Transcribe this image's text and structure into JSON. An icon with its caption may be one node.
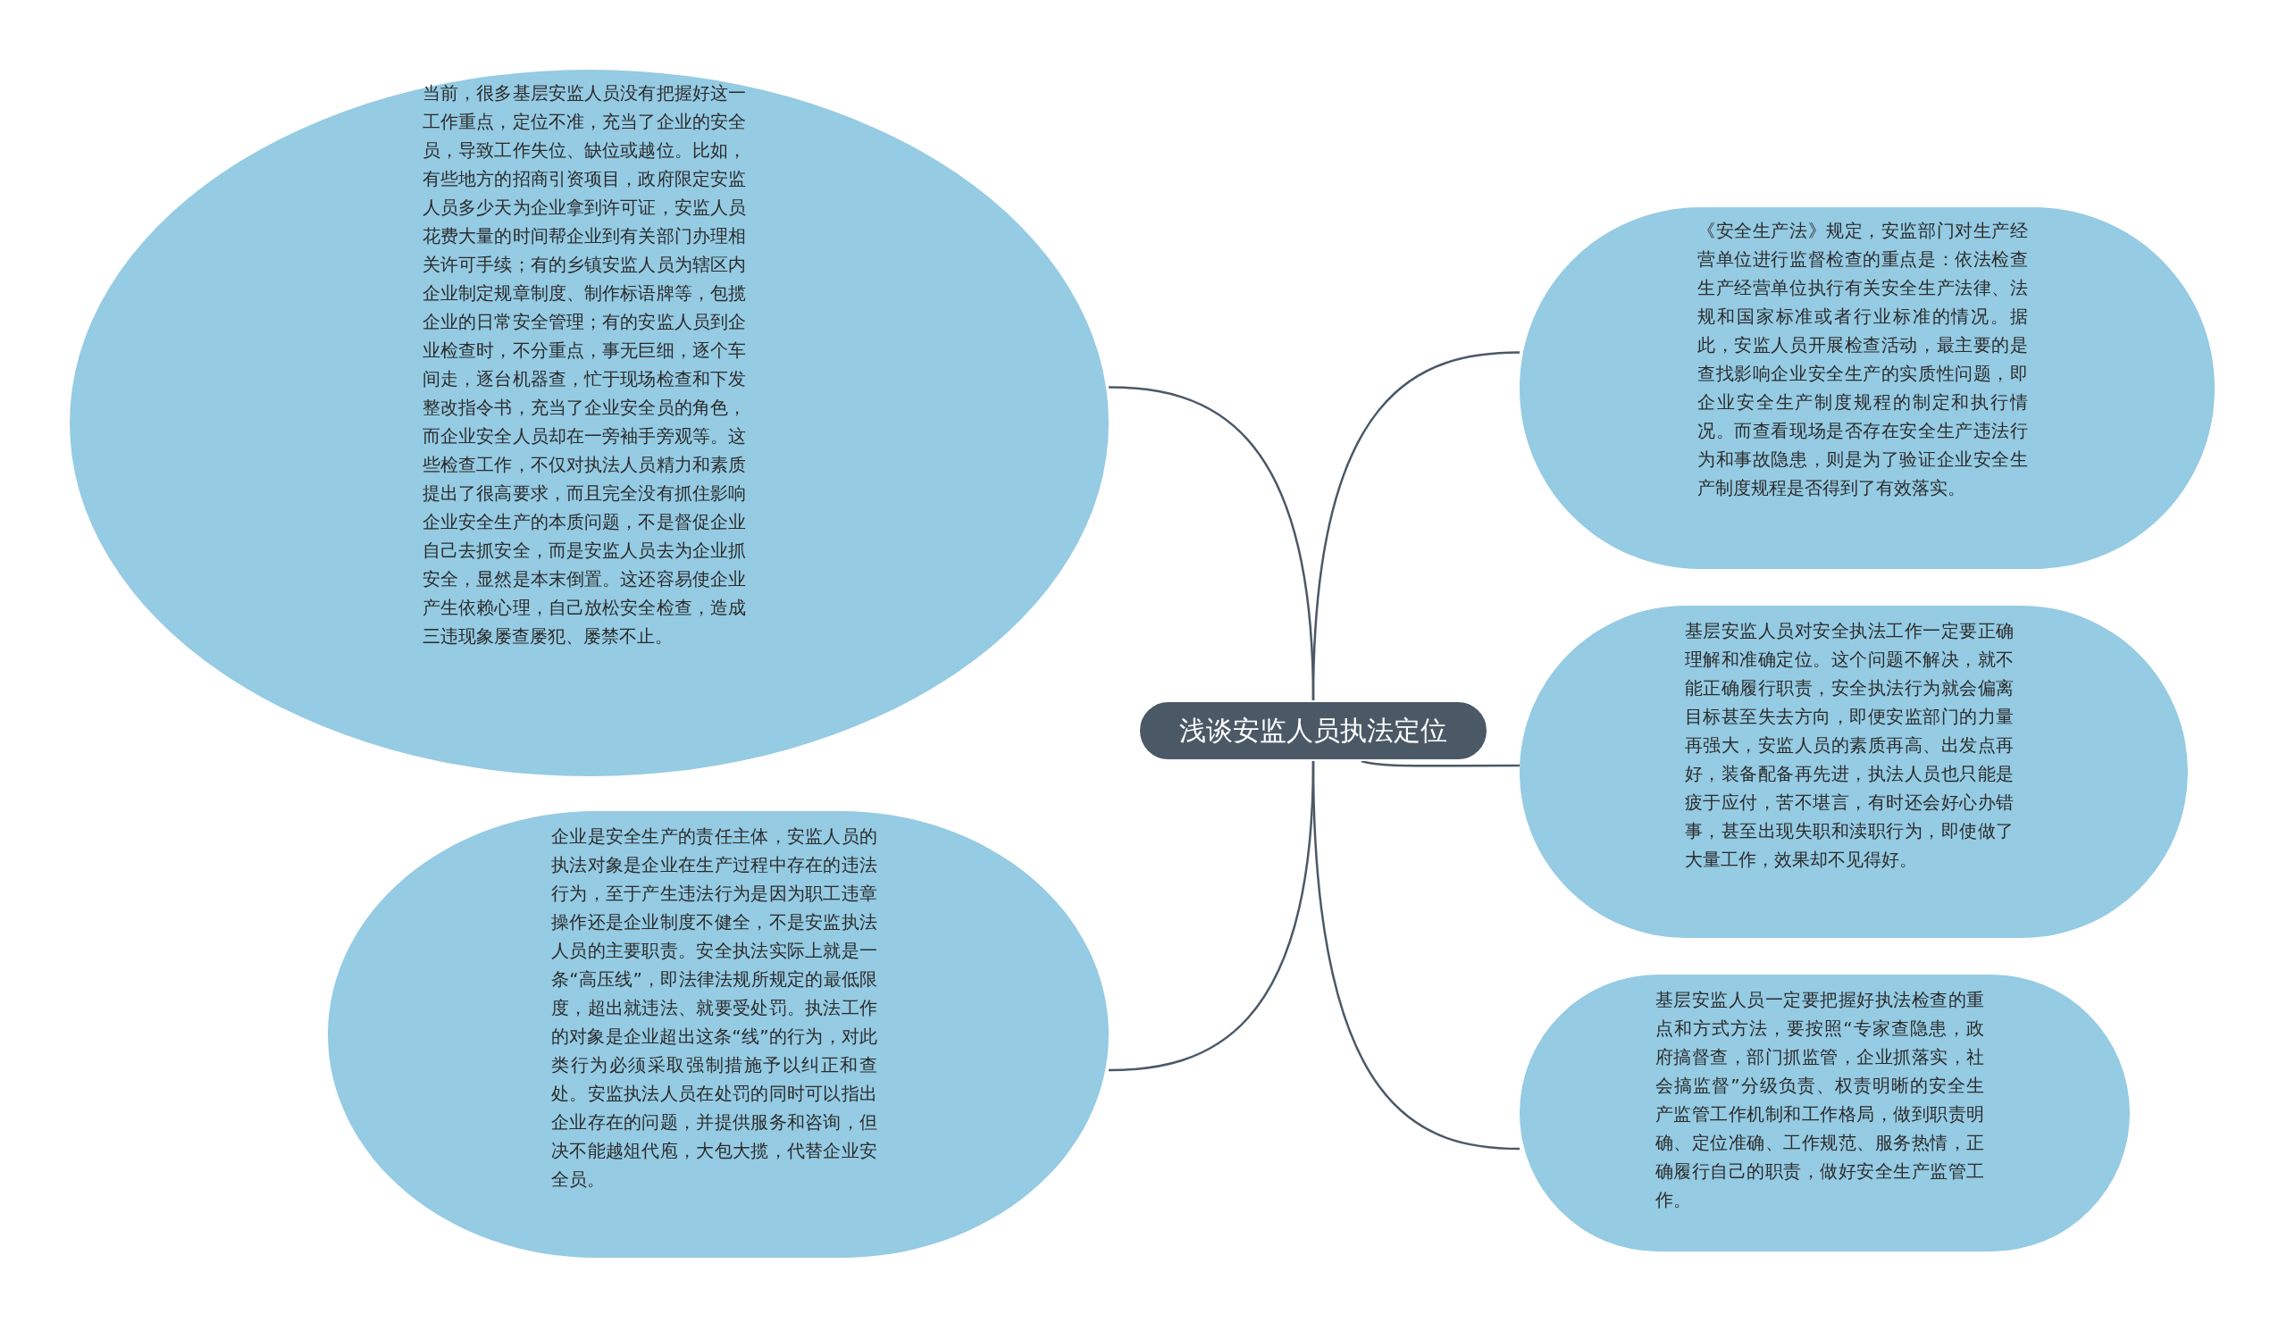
{
  "diagram": {
    "nodes": [
      {
        "text": [
          "浅谈安监人员执法定位"
        ]
      },
      {
        "text": [
          "当前，很多基层安监人员没有把握好这一工作重点，定位不准，充当了企业的安全员，导致工作失位、缺位或越位。比如，有些地方的招商引资项目，政府限定安监人员多少天为企业拿到许可证，安监人员花费大量的时间帮企业到有关部门办理相关许可手续；有的乡镇安监人员为辖区内企业制定规章制度、制作标语牌等，包揽企业的日常安全管理；有的安监人员到企业检查时，不分重点，事无巨细，逐个车间走，逐台机器查，忙于现场检查和下发整改指令书，充当了企业安全员的角色，而企业安全人员却在一旁袖手旁观等。这些检查工作，不仅对执法人员精力和素质提出了很高要求，而且完全没有抓住影响企业安全生产的本质问题，不是督促企业自己去抓安全，而是安监人员去为企业抓安全，显然是本末倒置。这还容易使企业产生依赖心理，自己放松安全检查，造成三违现象屡查屡犯、屡禁不止。"
        ]
      },
      {
        "text": [
          "企业是安全生产的责任主体，安监人员的执法对象是企业在生产过程中存在的违法行为，至于产生违法行为是因为职工违章操作还是企业制度不健全，不是安监执法人员的主要职责。安全执法实际上就是一条“高压线”，即法律法规所规定的最低限度，超出就违法、就要受处罚。执法工作的对象是企业超出这条“线”的行为，对此类行为必须采取强制措施予以纠正和查处。安监执法人员在处罚的同时可以指出企业存在的问题，并提供服务和咨询，但决不能越俎代庖，大包大揽，代替企业安全员。"
        ]
      },
      {
        "text": [
          "《安全生产法》规定，安监部门对生产经营单位进行监督检查的重点是：依法检查生产经营单位执行有关安全生产法律、法规和国家标准或者行业标准的情况。据此，安监人员开展检查活动，最主要的是查找影响企业安全生产的实质性问题，即企业安全生产制度规程的制定和执行情况。而查看现场是否存在安全生产违法行为和事故隐患，则是为了验证企业安全生产制度规程是否得到了有效落实。"
        ]
      },
      {
        "text": [
          "基层安监人员对安全执法工作一定要正确理解和准确定位。这个问题不解决，就不能正确履行职责，安全执法行为就会偏离目标甚至失去方向，即便安监部门的力量再强大，安监人员的素质再高、出发点再好，装备配备再先进，执法人员也只能是疲于应付，苦不堪言，有时还会好心办错事，甚至出现失职和渎职行为，即使做了大量工作，效果却不见得好。"
        ]
      },
      {
        "text": [
          "基层安监人员一定要把握好执法检查的重点和方式方法，要按照“专家查隐患，政府搞督查，部门抓监管，企业抓落实，社会搞监督”分级负责、权责明晰的安全生产监管工作机制和工作格局，做到职责明确、定位准确、工作规范、服务热情，正确履行自己的职责，做好安全生产监管工作。"
        ]
      }
    ],
    "edges": [
      {
        "from": 0,
        "to": 1,
        "arrow": "none"
      },
      {
        "from": 0,
        "to": 2,
        "arrow": "none"
      },
      {
        "from": 0,
        "to": 3,
        "arrow": "none"
      },
      {
        "from": 0,
        "to": 4,
        "arrow": "none"
      },
      {
        "from": 0,
        "to": 5,
        "arrow": "none"
      }
    ]
  }
}
